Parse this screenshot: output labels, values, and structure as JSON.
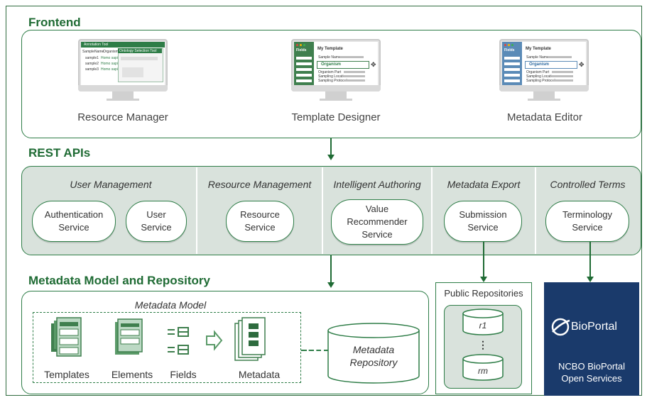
{
  "frontend": {
    "title": "Frontend",
    "apps": [
      {
        "caption": "Resource Manager",
        "screen": {
          "header": "Annotation Tool",
          "col1": "SampleName",
          "col2": "Organism",
          "popup": "Ontology Selection Tool",
          "rows": [
            "sample1",
            "sample2",
            "sample3"
          ],
          "row_values": [
            "Homo sapiens",
            "Homo sapiens",
            "Homo sapiens"
          ]
        }
      },
      {
        "caption": "Template Designer",
        "screen": {
          "sidebar": "Fields",
          "title": "My Template",
          "field1": "Sample Name",
          "field2": "Organism",
          "field3": "Organism Part",
          "field4": "Sampling Location",
          "field5": "Sampling Protocol"
        }
      },
      {
        "caption": "Metadata Editor",
        "screen": {
          "sidebar": "Fields",
          "title": "My Template",
          "field1": "Sample Name",
          "field2": "Organism",
          "field3": "Organism Part",
          "field4": "Sampling Location",
          "field5": "Sampling Protocol"
        }
      }
    ]
  },
  "rest_apis": {
    "title": "REST APIs",
    "groups": [
      {
        "name": "User Management",
        "services": [
          "Authentication\nService",
          "User\nService"
        ]
      },
      {
        "name": "Resource Management",
        "services": [
          "Resource\nService"
        ]
      },
      {
        "name": "Intelligent Authoring",
        "services": [
          "Value\nRecommender\nService"
        ]
      },
      {
        "name": "Metadata Export",
        "services": [
          "Submission\nService"
        ]
      },
      {
        "name": "Controlled Terms",
        "services": [
          "Terminology\nService"
        ]
      }
    ]
  },
  "model_repo": {
    "title": "Metadata Model and Repository",
    "model_title": "Metadata Model",
    "items": [
      "Templates",
      "Elements",
      "Fields",
      "Metadata"
    ],
    "repository": "Metadata\nRepository"
  },
  "public_repos": {
    "title": "Public Repositories",
    "first": "r1",
    "dots": "⋮",
    "last": "rm"
  },
  "bioportal": {
    "logo_text": "BioPortal",
    "caption": "NCBO BioPortal\nOpen Services"
  },
  "colors": {
    "green": "#2e7d47",
    "panel_grey": "#d9e2dc",
    "bioportal_blue": "#1a3a6b"
  }
}
